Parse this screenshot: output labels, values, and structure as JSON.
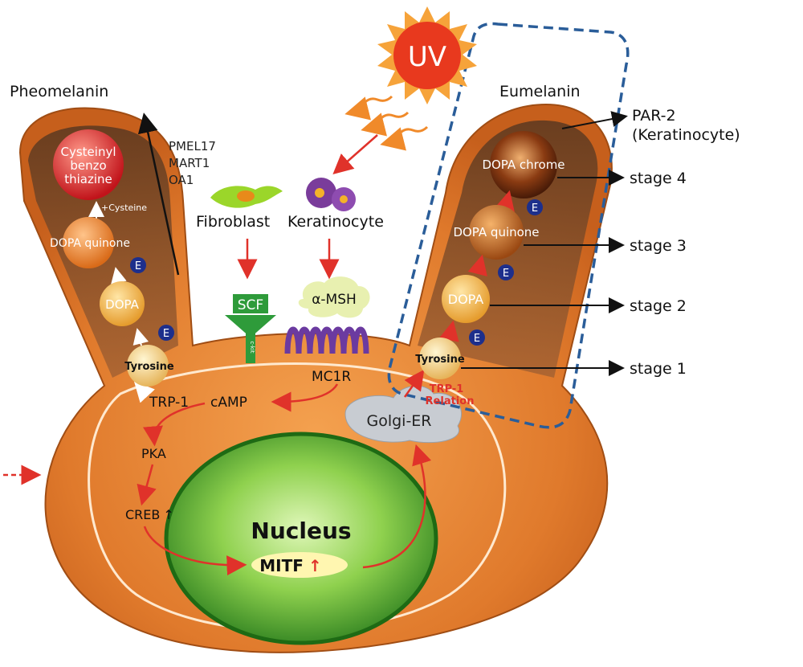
{
  "title_left": "Pheomelanin",
  "title_right": "Eumelanin",
  "uv_label": "UV",
  "gene_list": [
    "PMEL17",
    "MART1",
    "OA1"
  ],
  "cells": {
    "fibroblast": "Fibroblast",
    "keratinocyte": "Keratinocyte"
  },
  "receptors": {
    "scf": "SCF",
    "kit": "c-kit",
    "msh": "α-MSH",
    "mc1r": "MC1R"
  },
  "signaling": {
    "camp": "cAMP",
    "pka": "PKA",
    "creb": "CREB",
    "trp1": "TRP-1",
    "golgi": "Golgi-ER",
    "up_arrow": "↑"
  },
  "nucleus": {
    "label": "Nucleus",
    "mitf": "MITF",
    "up_arrow": "↑"
  },
  "pheo_pathway": {
    "final": [
      "Cysteinyl",
      "benzo",
      "thiazine"
    ],
    "cysteine": "+Cysteine",
    "dopa_quinone": "DOPA quinone",
    "dopa": "DOPA",
    "tyrosine": "Tyrosine",
    "enzyme": "E"
  },
  "eu_pathway": {
    "dopa_chrome": "DOPA chrome",
    "dopa_quinone": "DOPA quinone",
    "dopa": "DOPA",
    "tyrosine": "Tyrosine",
    "enzyme": "E",
    "trp1_relation": [
      "TRP-1",
      "Relation"
    ]
  },
  "par2": [
    "PAR-2",
    "(Keratinocyte)"
  ],
  "stages": [
    "stage 4",
    "stage 3",
    "stage 2",
    "stage 1"
  ],
  "colors": {
    "cell_outer": "#d9752e",
    "cell_inner": "#e88a3a",
    "nucleus": "#2f9e2f",
    "red_arrow": "#e0322a",
    "dashed_box": "#2a5d99",
    "enzyme_badge": "#1d2f8c",
    "sun": "#e8391e"
  }
}
